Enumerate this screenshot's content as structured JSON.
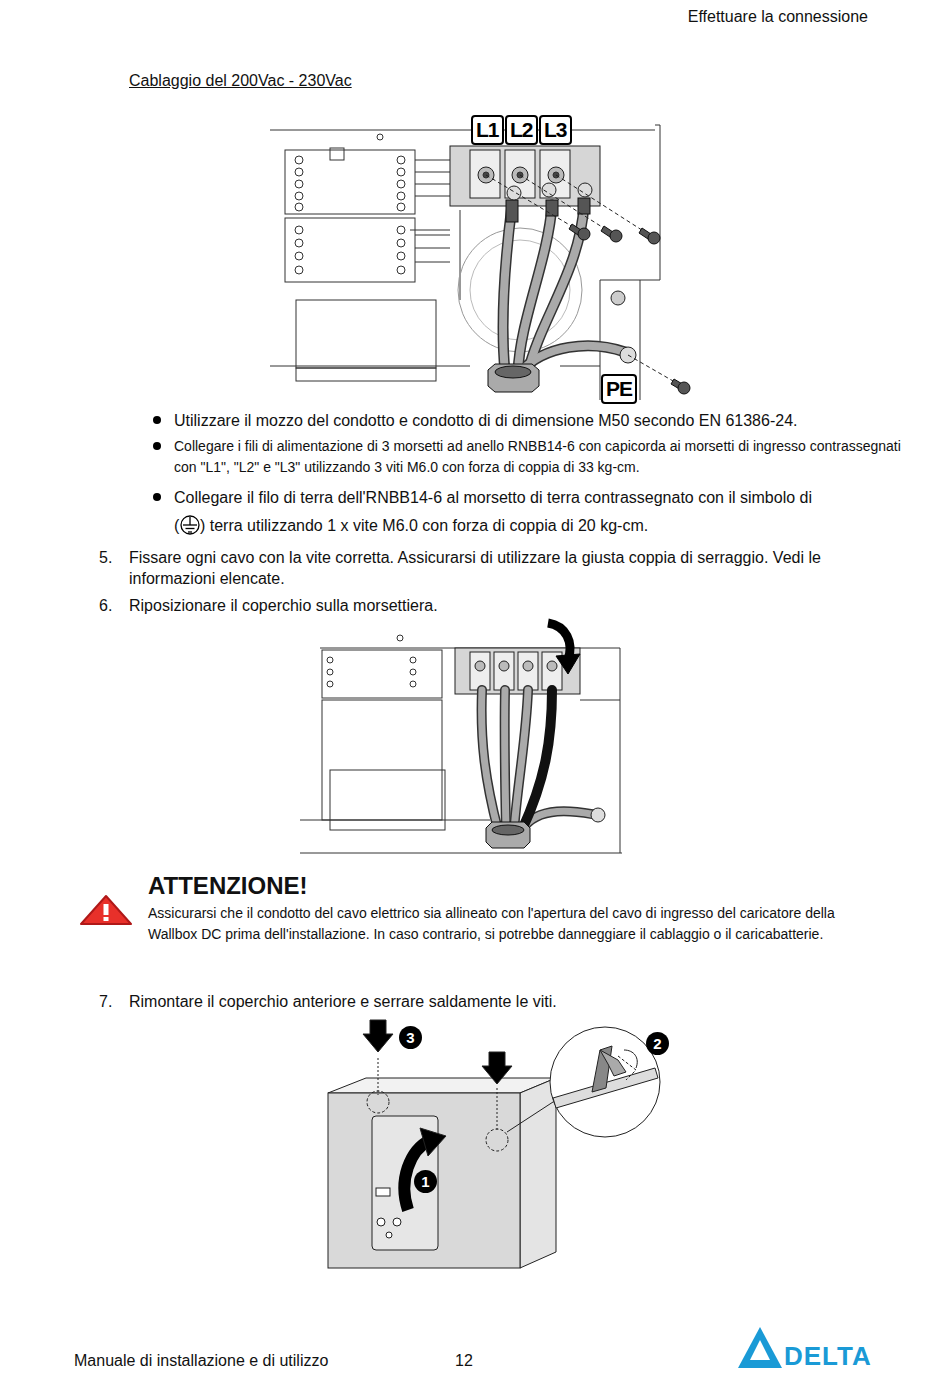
{
  "diagram": {
    "title": "Cablaggio del 200Vac - 230Vac",
    "nodes": [
      {
        "text": [
          "L1"
        ]
      },
      {
        "text": [
          "L2"
        ]
      },
      {
        "text": [
          "L3"
        ]
      },
      {
        "text": [
          "PE"
        ]
      },
      {
        "text": [
          "3"
        ]
      },
      {
        "text": [
          "2"
        ]
      },
      {
        "text": [
          "1"
        ]
      }
    ],
    "labels": [
      "Effettuare la connessione",
      "Utilizzare il mozzo del condotto e condotto di di dimensione M50 secondo EN 61386-24.",
      "Collegare i fili di alimentazione di 3 morsetti ad anello RNBB14-6 con capicorda ai morsetti di ingresso contrassegnati con \"L1\", \"L2\" e \"L3\" utilizzando 3 viti M6.0 con forza di coppia di 33 kg-cm.",
      "Collegare il filo di terra dell'RNBB14-6 al morsetto di terra contrassegnato con il simbolo di",
      "(",
      ") terra utilizzando 1 x vite M6.0 con forza di coppia di 20 kg-cm.",
      "5.",
      "Fissare ogni cavo con la vite corretta. Assicurarsi di utilizzare la giusta coppia di serraggio. Vedi le informazioni elencate.",
      "6.",
      "Riposizionare il coperchio sulla morsettiera.",
      "ATTENZIONE!",
      "Assicurarsi che il condotto del cavo elettrico sia allineato con l'apertura del cavo di ingresso del caricatore della Wallbox DC prima dell'installazione. In caso contrario, si potrebbe danneggiare il cablaggio o il caricabatterie.",
      "7.",
      "Rimontare il coperchio anteriore e serrare saldamente le viti.",
      "Manuale di installazione e di utilizzo",
      "12",
      "DELTA"
    ]
  }
}
